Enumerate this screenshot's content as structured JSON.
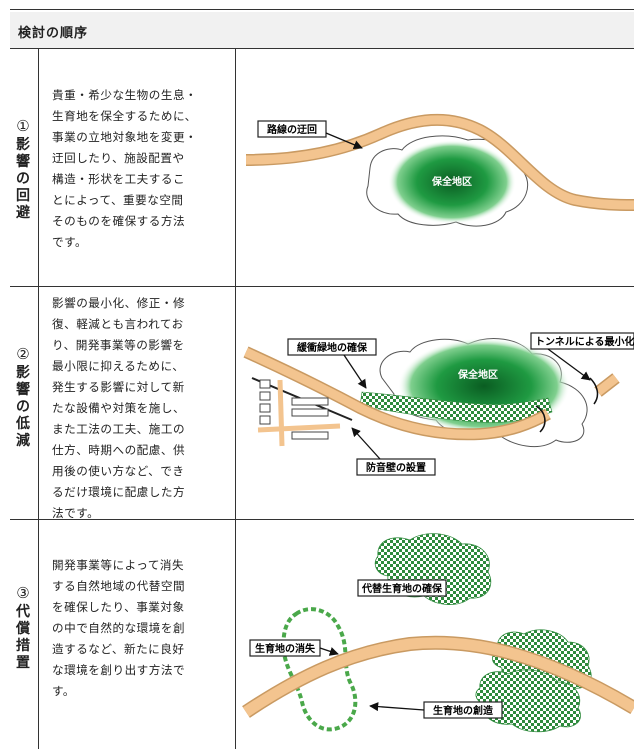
{
  "header": {
    "title": "検討の順序"
  },
  "rows": [
    {
      "stage_num": "①",
      "stage_chars": [
        "影",
        "響",
        "の",
        "回",
        "避"
      ],
      "desc_lines": [
        "貴重・希少な生物の生息・",
        "生育地を保全するために、",
        "事業の立地対象地を変更・",
        "迂回したり、施設配置や",
        "構造・形状を工夫するこ",
        "とによって、重要な空間",
        "そのものを確保する方法",
        "です。"
      ],
      "labels": {
        "route": "路線の迂回",
        "preserve": "保全地区"
      }
    },
    {
      "stage_num": "②",
      "stage_chars": [
        "影",
        "響",
        "の",
        "低",
        "減"
      ],
      "desc_lines": [
        "影響の最小化、修正・修",
        "復、軽減とも言われてお",
        "り、開発事業等の影響を",
        "最小限に抑えるために、",
        "発生する影響に対して新",
        "たな設備や対策を施し、",
        "また工法の工夫、施工の",
        "仕方、時期への配慮、供",
        "用後の使い方など、でき",
        "るだけ環境に配慮した方",
        "法です。"
      ],
      "labels": {
        "buffer": "緩衝緑地の確保",
        "tunnel": "トンネルによる最小化",
        "preserve": "保全地区",
        "soundwall": "防音壁の設置"
      }
    },
    {
      "stage_num": "③",
      "stage_chars": [
        "代",
        "償",
        "措",
        "置"
      ],
      "desc_lines": [
        "開発事業等によって消失",
        "する自然地域の代替空間",
        "を確保したり、事業対象",
        "の中で自然的な環境を創",
        "造するなど、新たに良好",
        "な環境を創り出す方法で",
        "す。"
      ],
      "labels": {
        "alt": "代替生育地の確保",
        "loss": "生育地の消失",
        "create": "生育地の創造"
      }
    }
  ],
  "colors": {
    "road": "#f3c48f",
    "road_edge": "#c99a62",
    "green": "#1a8a3a",
    "check": "#2e8a3c"
  }
}
